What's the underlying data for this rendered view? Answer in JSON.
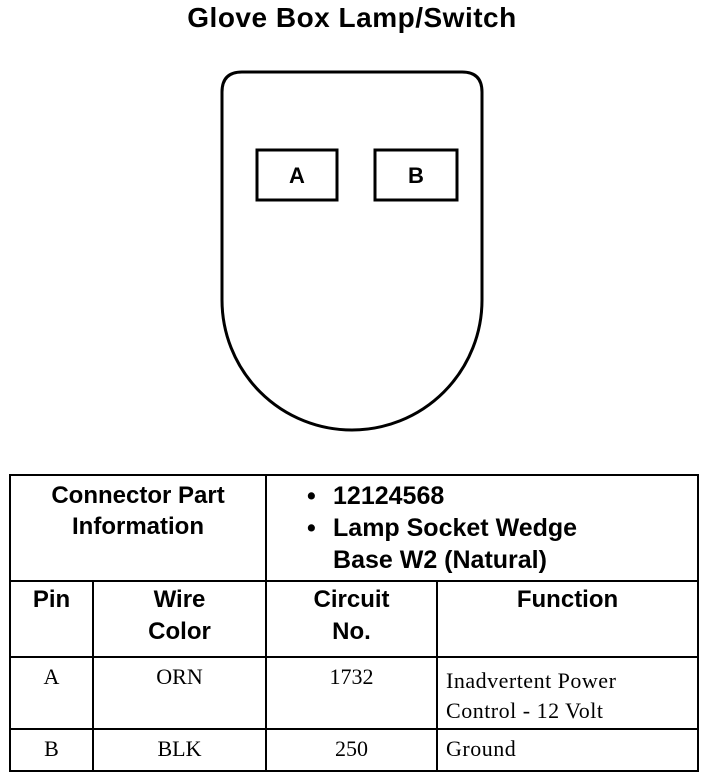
{
  "title": "Glove Box Lamp/Switch",
  "connector": {
    "pins": [
      "A",
      "B"
    ]
  },
  "table": {
    "part_info_label": "Connector Part Information",
    "part_info_label_lines": [
      "Connector Part",
      "Information"
    ],
    "part_info_values": [
      "12124568",
      "Lamp Socket Wedge Base W2 (Natural)"
    ],
    "part_value_lines": [
      "12124568",
      "Lamp Socket Wedge",
      "Base W2 (Natural)"
    ],
    "bullet": "•",
    "columns": {
      "pin": "Pin",
      "wire_color_lines": [
        "Wire",
        "Color"
      ],
      "circuit_lines": [
        "Circuit",
        "No."
      ],
      "function": "Function"
    },
    "rows": [
      {
        "pin": "A",
        "wire_color": "ORN",
        "circuit": "1732",
        "function_lines": [
          "Inadvertent Power",
          "Control - 12 Volt"
        ]
      },
      {
        "pin": "B",
        "wire_color": "BLK",
        "circuit": "250",
        "function_lines": [
          "Ground"
        ]
      }
    ]
  }
}
